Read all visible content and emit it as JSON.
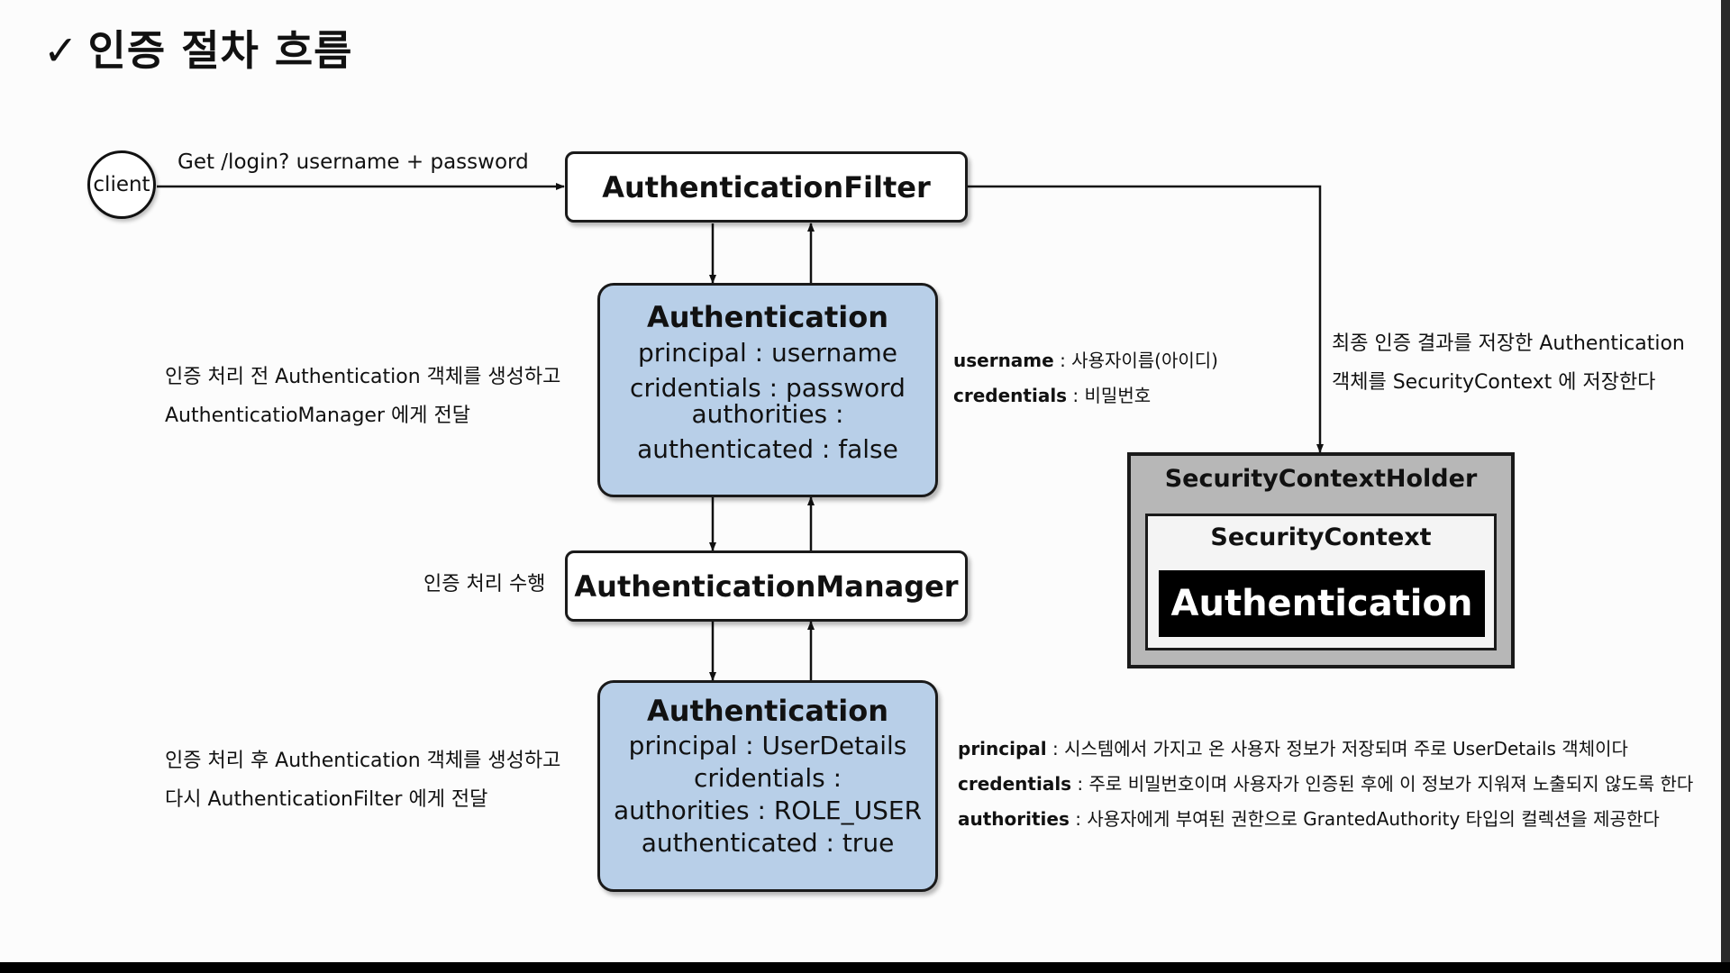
{
  "title": {
    "check": "✓",
    "text": "인증 절차 흐름"
  },
  "client": {
    "label": "client"
  },
  "request": {
    "label": "Get /login? username + password"
  },
  "filter": {
    "label": "AuthenticationFilter"
  },
  "auth_before": {
    "title": "Authentication",
    "lines": [
      "principal : username",
      "cridentials : password",
      "authorities :",
      "authenticated : false"
    ]
  },
  "manager": {
    "label": "AuthenticationManager"
  },
  "auth_after": {
    "title": "Authentication",
    "lines": [
      "principal : UserDetails",
      "cridentials :",
      "authorities : ROLE_USER",
      "authenticated : true"
    ]
  },
  "notes": {
    "before": [
      "인증 처리 전 Authentication 객체를 생성하고",
      "AuthenticatioManager 에게 전달"
    ],
    "process": "인증 처리 수행",
    "after": [
      "인증 처리 후 Authentication 객체를 생성하고",
      "다시 AuthenticationFilter 에게 전달"
    ],
    "store": [
      "최종 인증 결과를 저장한 Authentication",
      "객체를 SecurityContext 에 저장한다"
    ]
  },
  "before_desc": [
    {
      "key": "username",
      "value": " : 사용자이름(아이디)"
    },
    {
      "key": "credentials",
      "value": " : 비밀번호"
    }
  ],
  "after_desc": [
    {
      "key": "principal",
      "value": " : 시스템에서 가지고 온 사용자 정보가 저장되며 주로 UserDetails 객체이다"
    },
    {
      "key": "credentials",
      "value": " : 주로 비밀번호이며 사용자가 인증된 후에 이 정보가 지워져 노출되지 않도록 한다"
    },
    {
      "key": "authorities",
      "value": " : 사용자에게 부여된 권한으로 GrantedAuthority 타입의 컬렉션을 제공한다"
    }
  ],
  "holder": {
    "label": "SecurityContextHolder",
    "context_label": "SecurityContext",
    "auth_label": "Authentication"
  },
  "colors": {
    "auth_box_fill": "#b8cfe8",
    "holder_fill": "#b7b7b7",
    "context_auth_fill": "#000000"
  }
}
